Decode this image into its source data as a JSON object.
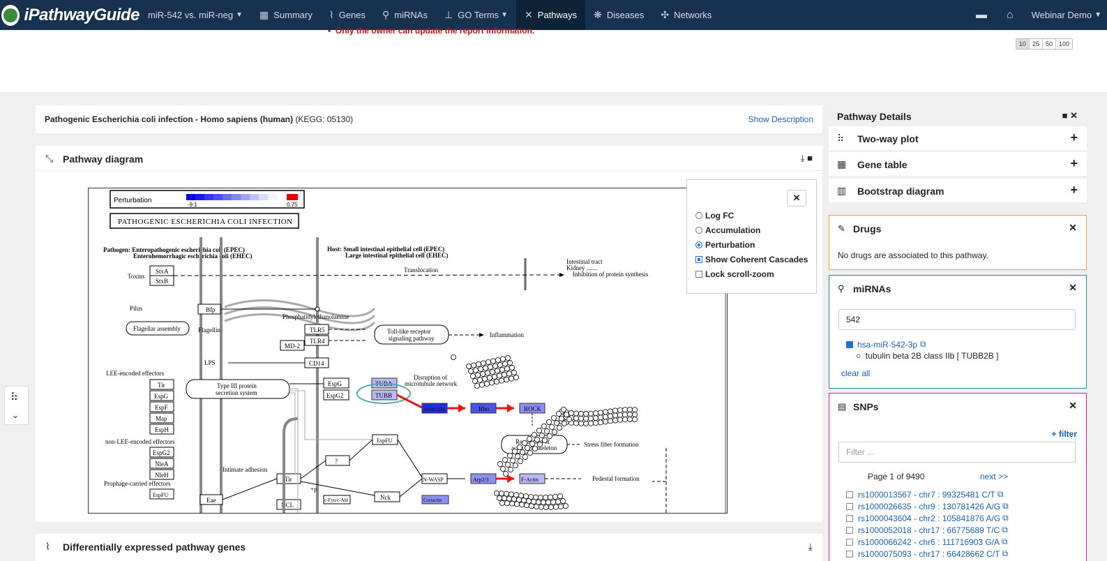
{
  "nav": {
    "brand": "iPathwayGuide",
    "comparison": "miR-542 vs. miR-neg",
    "items": [
      {
        "label": "Summary",
        "icon": "summary-icon"
      },
      {
        "label": "Genes",
        "icon": "dna-icon"
      },
      {
        "label": "miRNAs",
        "icon": "mirna-icon"
      },
      {
        "label": "GO Terms",
        "icon": "hierarchy-icon"
      },
      {
        "label": "Pathways",
        "icon": "pathway-icon"
      },
      {
        "label": "Diseases",
        "icon": "virus-icon"
      },
      {
        "label": "Networks",
        "icon": "network-icon"
      }
    ],
    "user": "Webinar Demo"
  },
  "top": {
    "owner_note": "Only the owner can update the report information.",
    "page_sizes": [
      "10",
      "25",
      "50",
      "100"
    ]
  },
  "pathway": {
    "name": "Pathogenic Escherichia coli infection - Homo sapiens (human)",
    "kegg": "(KEGG: 05130)",
    "show_description": "Show Description"
  },
  "diagram": {
    "title": "Pathway diagram",
    "legend": {
      "label": "Perturbation",
      "min": "-9.1",
      "max": "0.75"
    },
    "map_title": "PATHOGENIC ESCHERICHIA COLI INFECTION",
    "pathogen": "Pathogen: Enteropathogenic escherichia coli (EPEC)",
    "pathogen2": "Enterohemorrhagic escherichia coli (EHEC)",
    "host": "Host: Small intestinal epithelial cell (EPEC)",
    "host2": "Large intestinal epithelial cell (EHEC)",
    "labels": {
      "toxins": "Toxins",
      "stxa": "StxA",
      "stxb": "StxB",
      "translocation": "Translocation",
      "intestinal": "Intestinal tract",
      "kidney": "Kidney .......",
      "inhibition": "Inhibition of protein synthesis",
      "pilus": "Pilus",
      "bfp": "Bfp",
      "pe": "Phosphatidylethanolamine",
      "flagellar": "Flagellar assembly",
      "flagellin": "Flagellin",
      "tlr5": "TLR5",
      "tlr4": "TLR4",
      "md2": "MD-2",
      "tollr": "Toll-like receptor",
      "tollr2": "signaling pathway",
      "inflammation": "Inflammation",
      "lps": "LPS",
      "cd14": "CD14",
      "lee": "LEE-encoded effectors",
      "tir": "Tir",
      "espg": "EspG",
      "espf": "EspF",
      "map": "Map",
      "esph": "EspH",
      "t3ss": "Type III protein",
      "t3ss2": "secretion system",
      "espg_h": "EspG",
      "espg2_h": "EspG2",
      "tuba": "TUBA",
      "tubb": "TUBB",
      "disruption": "Disruption of",
      "disruption2": "microtubule network",
      "arhgef2": "ARHGEF2",
      "rho": "Rho",
      "rock": "ROCK",
      "nonlee": "non-LEE-encoded effectors",
      "espg2": "EspG2",
      "nlea": "NleA",
      "nleh": "NleH",
      "prophage": "Prophage-carried effectors",
      "espfu": "EspFU",
      "espfu_h": "EspFU",
      "reg": "Regulation of",
      "reg2": "actin cytoskeleton",
      "stress": "Stress fiber formation",
      "q": "?",
      "intimate": "Intimate adhesion",
      "tir_h": "Tir",
      "eae": "Eae",
      "ncl": "NCL",
      "nck": "Nck",
      "nwasp": "N-WASP",
      "arp": "Arp2/3",
      "factin": "F-Actin",
      "pedestal": "Pedestal formation",
      "cortactin": "Cortactin",
      "abl": "c-Fyn/c-Abl",
      "plus_p": "+p"
    },
    "options": [
      {
        "label": "Log FC",
        "type": "radio",
        "checked": false
      },
      {
        "label": "Accumulation",
        "type": "radio",
        "checked": false
      },
      {
        "label": "Perturbation",
        "type": "radio",
        "checked": true
      },
      {
        "label": "Show Coherent Cascades",
        "type": "checkbox",
        "checked": true
      },
      {
        "label": "Lock scroll-zoom",
        "type": "checkbox",
        "checked": false
      }
    ]
  },
  "degenes": {
    "title": "Differentially expressed pathway genes"
  },
  "details": {
    "title": "Pathway Details",
    "sections": [
      {
        "label": "Two-way plot",
        "icon": "scatter-plot-icon"
      },
      {
        "label": "Gene table",
        "icon": "table-icon"
      },
      {
        "label": "Bootstrap diagram",
        "icon": "bar-chart-icon"
      }
    ],
    "drugs": {
      "title": "Drugs",
      "message": "No drugs are associated to this pathway."
    },
    "mirnas": {
      "title": "miRNAs",
      "search_value": "542",
      "item": "hsa-miR-542-3p",
      "target": "tubulin beta 2B class IIb [ TUBB2B ]",
      "clear": "clear all"
    },
    "snps": {
      "title": "SNPs",
      "filter": "+ filter",
      "placeholder": "Filter ...",
      "page": "Page 1 of 9490",
      "next": "next >>",
      "items": [
        "rs1000013567 - chr7 : 99325481 C/T",
        "rs1000026635 - chr9 : 130781426 A/G",
        "rs1000043604 - chr2 : 105841876 A/G",
        "rs1000052018 - chr17 : 66775689 T/C",
        "rs1000066242 - chr6 : 111716903 G/A",
        "rs1000075093 - chr17 : 66428662 C/T"
      ]
    }
  }
}
